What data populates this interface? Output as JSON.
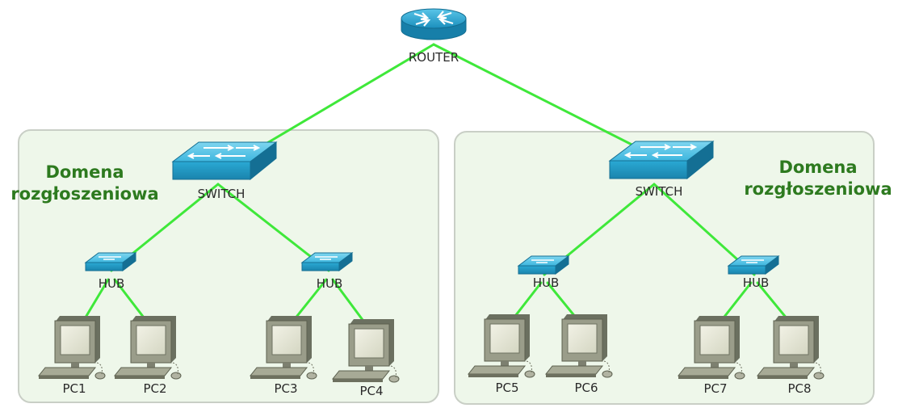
{
  "router": {
    "label": "ROUTER"
  },
  "domains": [
    {
      "label_line1": "Domena",
      "label_line2": "rozgłoszeniowa"
    },
    {
      "label_line1": "Domena",
      "label_line2": "rozgłoszeniowa"
    }
  ],
  "switches": [
    {
      "label": "SWITCH"
    },
    {
      "label": "SWITCH"
    }
  ],
  "hubs": [
    {
      "label": "HUB"
    },
    {
      "label": "HUB"
    },
    {
      "label": "HUB"
    },
    {
      "label": "HUB"
    }
  ],
  "pcs": [
    {
      "label": "PC1"
    },
    {
      "label": "PC2"
    },
    {
      "label": "PC3"
    },
    {
      "label": "PC4"
    },
    {
      "label": "PC5"
    },
    {
      "label": "PC6"
    },
    {
      "label": "PC7"
    },
    {
      "label": "PC8"
    }
  ],
  "colors": {
    "link": "#3fe83a",
    "domain_fill": "#eef7ea",
    "domain_border": "#c9cfc6",
    "domain_text": "#2d7a1f",
    "device_blue": "#2aa9d4"
  },
  "links": [
    [
      "router",
      "switch-1"
    ],
    [
      "router",
      "switch-2"
    ],
    [
      "switch-1",
      "hub-1"
    ],
    [
      "switch-1",
      "hub-2"
    ],
    [
      "switch-2",
      "hub-3"
    ],
    [
      "switch-2",
      "hub-4"
    ],
    [
      "hub-1",
      "pc-1"
    ],
    [
      "hub-1",
      "pc-2"
    ],
    [
      "hub-2",
      "pc-3"
    ],
    [
      "hub-2",
      "pc-4"
    ],
    [
      "hub-3",
      "pc-5"
    ],
    [
      "hub-3",
      "pc-6"
    ],
    [
      "hub-4",
      "pc-7"
    ],
    [
      "hub-4",
      "pc-8"
    ]
  ]
}
